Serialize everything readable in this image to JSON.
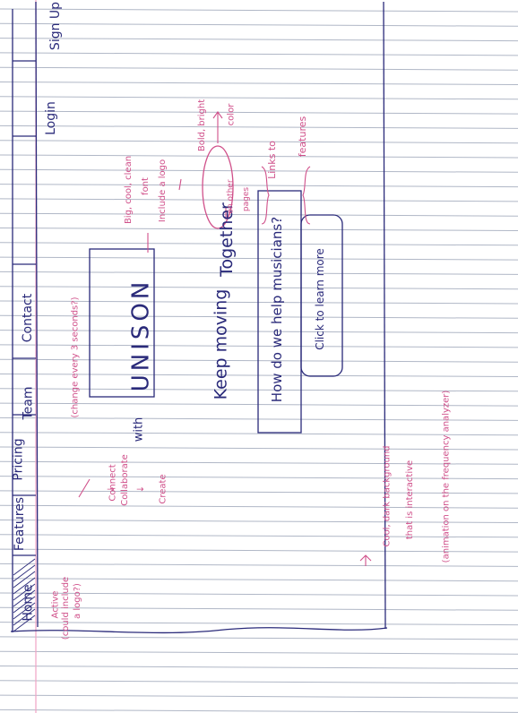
{
  "colors": {
    "paper": "#ffffff",
    "rule_line": "#b0b7c6",
    "margin_line": "#f0a4c4",
    "ink": "#2a2a7a",
    "annotation": "#d0508a"
  },
  "nav": {
    "items": [
      {
        "label": "Home"
      },
      {
        "label": "Features"
      },
      {
        "label": "Pricing"
      },
      {
        "label": "Team"
      },
      {
        "label": "Contact"
      }
    ],
    "login_label": "Login",
    "signup_label": "Sign Up"
  },
  "hero": {
    "brand": "UNISON",
    "connect_word": "with",
    "headline_prefix": "Keep moving",
    "headline_emphasis": "Together",
    "question": "How do we help musicians?",
    "cta_label": "Click to learn more"
  },
  "annotations": {
    "active": "Active",
    "could_include": "(could include",
    "a_logo": "a logo?)",
    "change_every": "(change every 3 seconds?)",
    "connect": "Connect",
    "collaborate": "Collaborate",
    "create": "Create",
    "down_arrow_1": "↓",
    "down_arrow_2": "↓",
    "big_cool_font": "Big, cool, clean",
    "font": "font",
    "include_logo": "Include a logo",
    "bold_bright": "Bold, bright",
    "color": "color",
    "on_other_pages": "on other",
    "pages": "pages",
    "links_to": "Links to",
    "features": "features",
    "cool_dark_bg": "Cool, dark background",
    "interactive": "that is interactive",
    "animation": "(animation on the frequency analyzer)"
  }
}
